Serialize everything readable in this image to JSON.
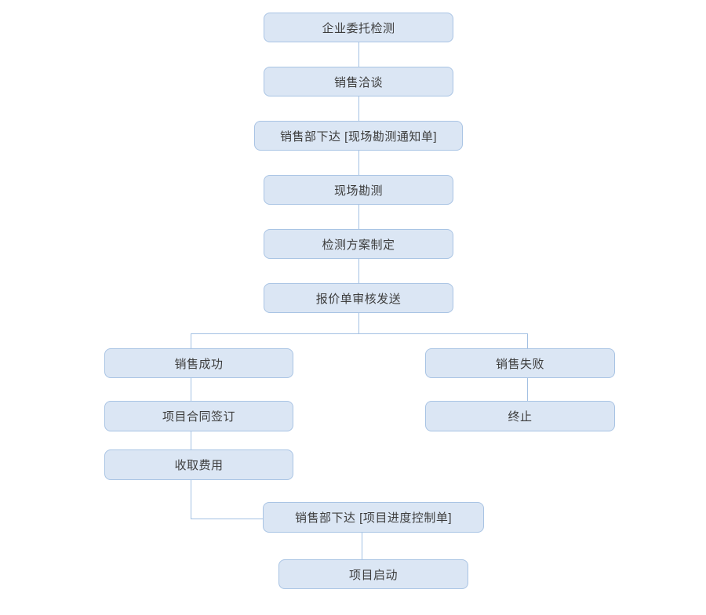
{
  "diagram": {
    "type": "flowchart",
    "background": "#ffffff",
    "colors": {
      "node_fill": "#dbe6f4",
      "node_border": "#a9c4e4",
      "connector": "#a3c1e3",
      "text": "#3d3d3d"
    },
    "nodes": [
      {
        "id": "entrust",
        "label": "企业委托检测"
      },
      {
        "id": "sales-talk",
        "label": "销售洽谈"
      },
      {
        "id": "survey-notice",
        "label": "销售部下达 [现场勘测通知单]"
      },
      {
        "id": "site-survey",
        "label": "现场勘测"
      },
      {
        "id": "test-plan",
        "label": "检测方案制定"
      },
      {
        "id": "quotation",
        "label": "报价单审核发送"
      },
      {
        "id": "sales-success",
        "label": "销售成功"
      },
      {
        "id": "sales-fail",
        "label": "销售失败"
      },
      {
        "id": "contract",
        "label": "项目合同签订"
      },
      {
        "id": "terminate",
        "label": "终止"
      },
      {
        "id": "fee",
        "label": "收取费用"
      },
      {
        "id": "progress-control",
        "label": "销售部下达 [项目进度控制单]"
      },
      {
        "id": "launch",
        "label": "项目启动"
      }
    ],
    "edges": [
      [
        "entrust",
        "sales-talk"
      ],
      [
        "sales-talk",
        "survey-notice"
      ],
      [
        "survey-notice",
        "site-survey"
      ],
      [
        "site-survey",
        "test-plan"
      ],
      [
        "test-plan",
        "quotation"
      ],
      [
        "quotation",
        "sales-success"
      ],
      [
        "quotation",
        "sales-fail"
      ],
      [
        "sales-success",
        "contract"
      ],
      [
        "contract",
        "fee"
      ],
      [
        "fee",
        "progress-control"
      ],
      [
        "progress-control",
        "launch"
      ],
      [
        "sales-fail",
        "terminate"
      ]
    ]
  }
}
